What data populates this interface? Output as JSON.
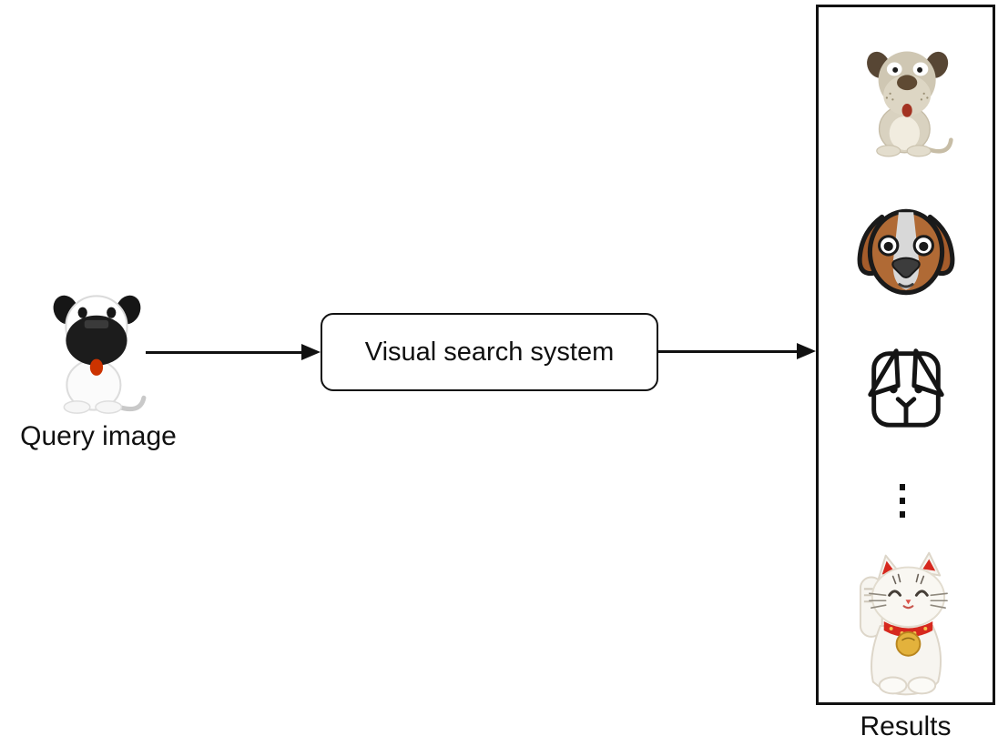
{
  "figure": {
    "query": {
      "caption": "Query image",
      "icon": "black-white-cartoon-dog"
    },
    "system": {
      "label": "Visual search system"
    },
    "results": {
      "caption": "Results",
      "items": [
        {
          "name": "tan-cartoon-dog"
        },
        {
          "name": "brown-dog-face-emoji"
        },
        {
          "name": "line-art-dog-face"
        },
        {
          "name": "vertical-ellipsis"
        },
        {
          "name": "maneki-neko-lucky-cat"
        }
      ]
    },
    "colors": {
      "line": "#111111",
      "background": "#ffffff",
      "tongue_red": "#cc3300",
      "emoji_brown": "#b06a35",
      "cat_red": "#d6281e",
      "bell_gold": "#e3b23c"
    }
  }
}
